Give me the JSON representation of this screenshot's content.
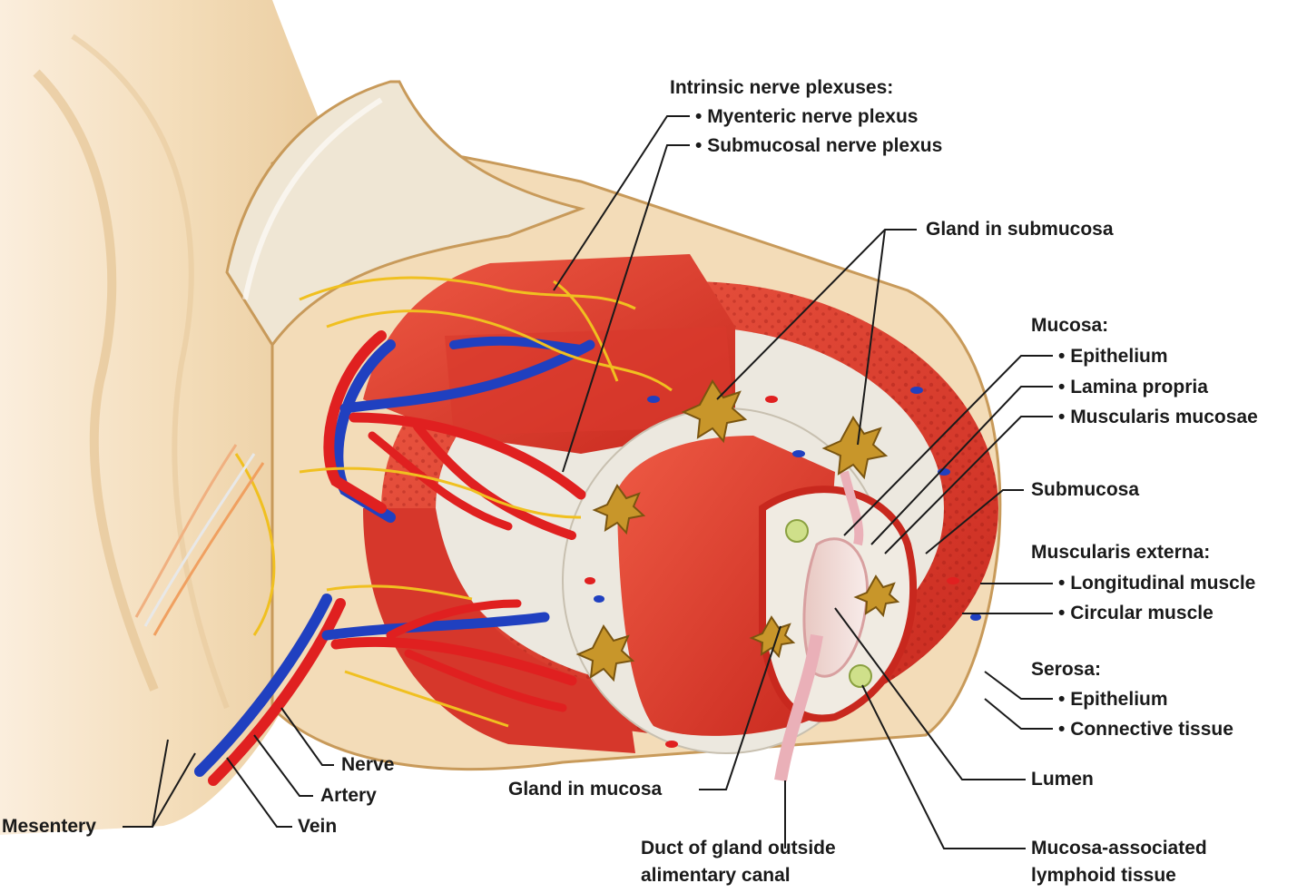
{
  "labels": {
    "intrinsic_nerve_plexuses": "Intrinsic nerve plexuses:",
    "myenteric_nerve_plexus": "Myenteric nerve plexus",
    "submucosal_nerve_plexus": "Submucosal nerve plexus",
    "gland_in_submucosa": "Gland in submucosa",
    "mucosa": "Mucosa:",
    "mucosa_epithelium": "Epithelium",
    "lamina_propria": "Lamina propria",
    "muscularis_mucosae": "Muscularis mucosae",
    "submucosa": "Submucosa",
    "muscularis_externa": "Muscularis externa:",
    "longitudinal_muscle": "Longitudinal muscle",
    "circular_muscle": "Circular muscle",
    "serosa": "Serosa:",
    "serosa_epithelium": "Epithelium",
    "connective_tissue": "Connective tissue",
    "lumen": "Lumen",
    "malt_line1": "Mucosa-associated",
    "malt_line2": "lymphoid tissue",
    "duct_line1": "Duct of gland outside",
    "duct_line2": "alimentary canal",
    "gland_in_mucosa": "Gland in mucosa",
    "nerve": "Nerve",
    "artery": "Artery",
    "vein": "Vein",
    "mesentery": "Mesentery"
  },
  "colors": {
    "muscle": "#e0352b",
    "muscle_dark": "#b8231c",
    "submucosa": "#ece8df",
    "mesentery": "#f3dcb8",
    "artery": "#e02020",
    "vein": "#2040c0",
    "nerve": "#f0c020",
    "gland": "#c8962a",
    "lumen": "#f2ddd8"
  }
}
